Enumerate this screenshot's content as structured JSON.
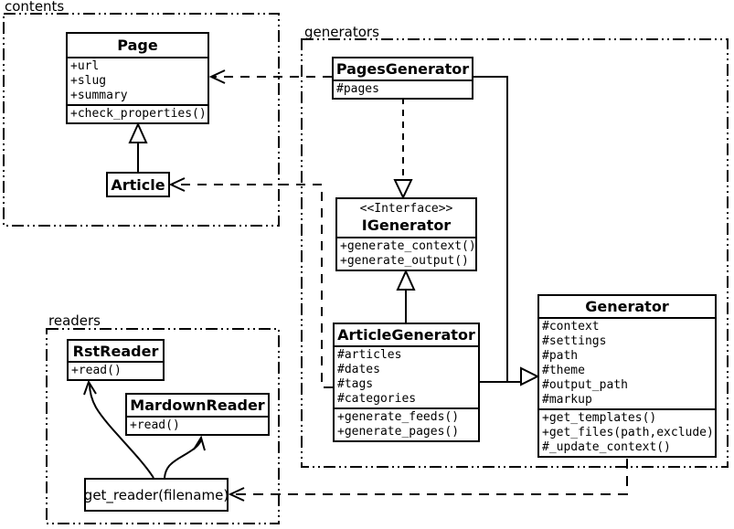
{
  "colors": {
    "line": "#000000",
    "background": "#ffffff",
    "text": "#000000"
  },
  "packages": {
    "contents": {
      "label": "contents"
    },
    "generators": {
      "label": "generators"
    },
    "readers": {
      "label": "readers"
    }
  },
  "classes": {
    "page": {
      "name": "Page",
      "attributes": [
        "+url",
        "+slug",
        "+summary"
      ],
      "methods": [
        "+check_properties()"
      ]
    },
    "article": {
      "name": "Article"
    },
    "pages_generator": {
      "name": "PagesGenerator",
      "attributes": [
        "#pages"
      ]
    },
    "igenerator": {
      "stereotype": "<<Interface>>",
      "name": "IGenerator",
      "methods": [
        "+generate_context()",
        "+generate_output()"
      ]
    },
    "article_generator": {
      "name": "ArticleGenerator",
      "attributes": [
        "#articles",
        "#dates",
        "#tags",
        "#categories"
      ],
      "methods": [
        "+generate_feeds()",
        "+generate_pages()"
      ]
    },
    "generator": {
      "name": "Generator",
      "attributes": [
        "#context",
        "#settings",
        "#path",
        "#theme",
        "#output_path",
        "#markup"
      ],
      "methods": [
        "+get_templates()",
        "+get_files(path,exclude)",
        "#_update_context()"
      ]
    },
    "rst_reader": {
      "name": "RstReader",
      "methods": [
        "+read()"
      ]
    },
    "mardown_reader": {
      "name": "MardownReader",
      "methods": [
        "+read()"
      ]
    },
    "get_reader": {
      "label": "get_reader(filename)"
    }
  },
  "relationships": [
    {
      "from": "Article",
      "to": "Page",
      "type": "inheritance"
    },
    {
      "from": "PagesGenerator",
      "to": "IGenerator",
      "type": "realization"
    },
    {
      "from": "ArticleGenerator",
      "to": "IGenerator",
      "type": "inheritance"
    },
    {
      "from": "PagesGenerator",
      "to": "Generator",
      "type": "inheritance"
    },
    {
      "from": "ArticleGenerator",
      "to": "Generator",
      "type": "inheritance"
    },
    {
      "from": "PagesGenerator",
      "to": "Page",
      "type": "dependency"
    },
    {
      "from": "ArticleGenerator",
      "to": "Article",
      "type": "dependency"
    },
    {
      "from": "Generator",
      "to": "get_reader",
      "type": "dependency"
    },
    {
      "from": "get_reader",
      "to": "RstReader",
      "type": "dependency"
    },
    {
      "from": "get_reader",
      "to": "MardownReader",
      "type": "dependency"
    }
  ]
}
